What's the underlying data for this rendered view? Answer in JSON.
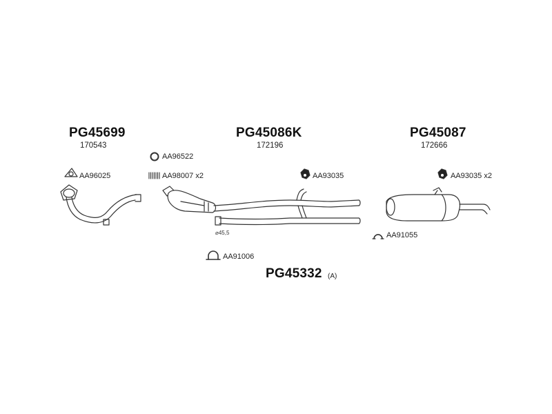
{
  "groups": [
    {
      "code": "PG45699",
      "oem": "170543"
    },
    {
      "code": "PG45086K",
      "oem": "172196"
    },
    {
      "code": "PG45087",
      "oem": "172666"
    }
  ],
  "accessories": {
    "aa96025": "AA96025",
    "aa96522": "AA96522",
    "aa98007": "AA98007 x2",
    "aa93035_mid": "AA93035",
    "aa93035_right": "AA93035 x2",
    "aa91055": "AA91055",
    "aa91006": "AA91006"
  },
  "diameter_label": "⌀45,5",
  "kit": {
    "code": "PG45332",
    "suffix": "(A)"
  },
  "icons": [
    "gasket-icon",
    "ring-icon",
    "spring-icon",
    "nut-icon",
    "clamp-icon",
    "u-bolt-icon"
  ],
  "colors": {
    "line": "#333333",
    "fill": "#ffffff",
    "shade": "#d9d9d9"
  }
}
